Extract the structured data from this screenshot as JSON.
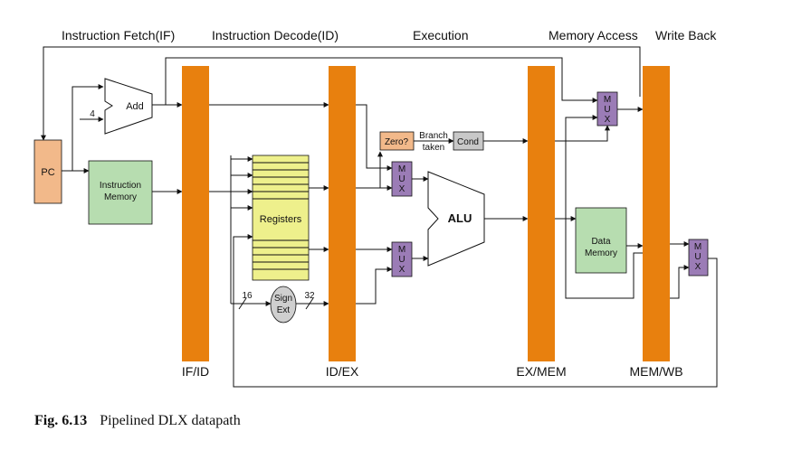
{
  "stages": {
    "fetch": "Instruction Fetch(IF)",
    "decode": "Instruction Decode(ID)",
    "execution": "Execution",
    "memory": "Memory Access",
    "writeback": "Write Back"
  },
  "pipeline_registers": {
    "if_id": "IF/ID",
    "id_ex": "ID/EX",
    "ex_mem": "EX/MEM",
    "mem_wb": "MEM/WB"
  },
  "blocks": {
    "pc": "PC",
    "imem_line1": "Instruction",
    "imem_line2": "Memory",
    "add": "Add",
    "four": "4",
    "registers": "Registers",
    "sign_line1": "Sign",
    "sign_line2": "Ext",
    "bits16": "16",
    "bits32": "32",
    "zero": "Zero?",
    "branch_line1": "Branch",
    "branch_line2": "taken",
    "cond": "Cond",
    "alu": "ALU",
    "dmem_line1": "Data",
    "dmem_line2": "Memory",
    "mux_m": "M",
    "mux_u": "U",
    "mux_x": "X"
  },
  "caption": {
    "number": "Fig. 6.13",
    "title": "Pipelined DLX datapath"
  },
  "colors": {
    "pipeline_register": "#e8800e",
    "pc": "#f2b98a",
    "memory": "#b7ddb0",
    "registers": "#eef08c",
    "mux": "#9b7cb6",
    "zero": "#f2b98a",
    "cond": "#c8c8c8",
    "sign_ext": "#cfcfcf"
  }
}
